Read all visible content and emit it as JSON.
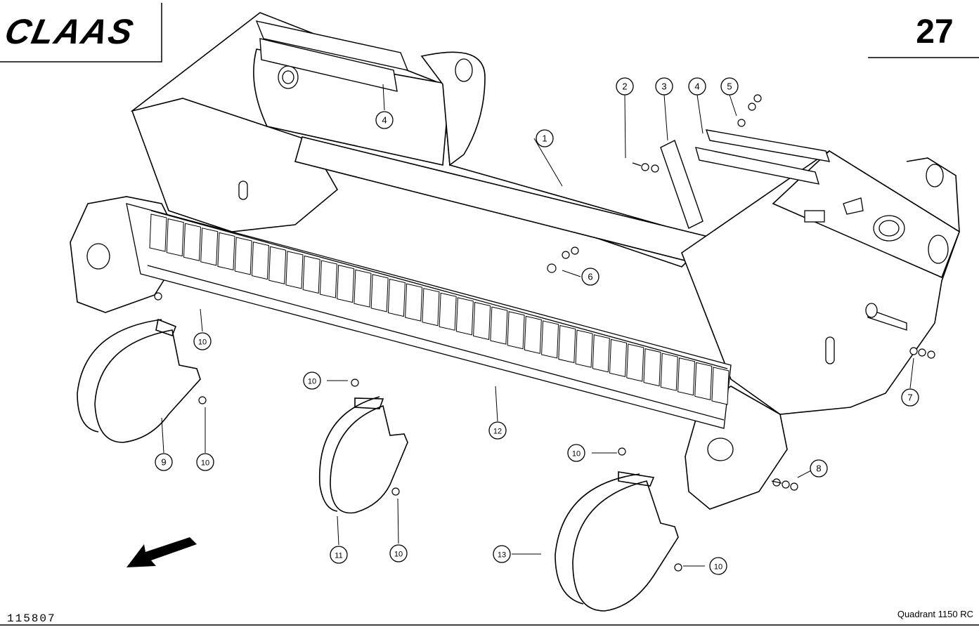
{
  "header": {
    "brand": "CLAAS",
    "page_number": "27"
  },
  "footer": {
    "document_number": "115807",
    "model": "Quadrant 1150 RC"
  },
  "callouts": [
    "1",
    "2",
    "3",
    "4",
    "4",
    "5",
    "6",
    "7",
    "8",
    "9",
    "10",
    "10",
    "10",
    "10",
    "10",
    "10",
    "11",
    "12",
    "13"
  ],
  "colors": {
    "ink": "#000000",
    "paper": "#ffffff"
  }
}
